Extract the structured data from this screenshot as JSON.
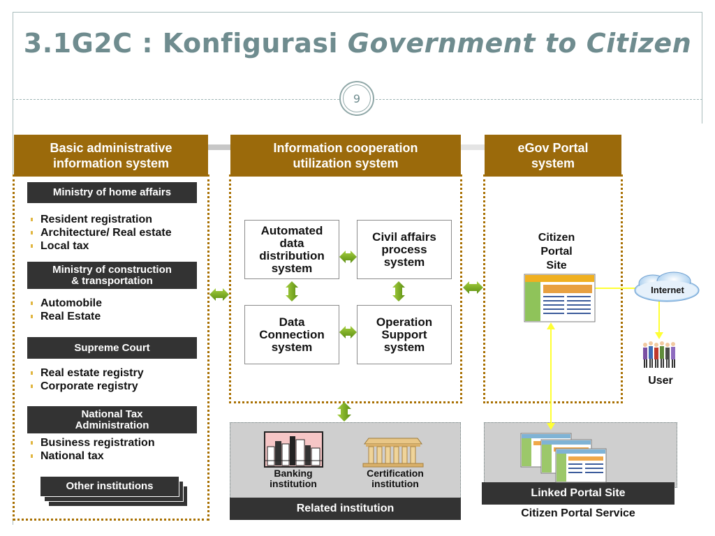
{
  "slide": {
    "title_plain": "3.1G2C : Konfigurasi ",
    "title_italic": "Government to Citizen",
    "page_number": "9"
  },
  "diagram": {
    "basic": {
      "header_line1": "Basic administrative",
      "header_line2": "information system",
      "groups": [
        {
          "label_line1": "Ministry of home affairs",
          "label_line2": "",
          "items": [
            "Resident registration",
            "Architecture/ Real estate",
            "Local tax"
          ]
        },
        {
          "label_line1": "Ministry of construction",
          "label_line2": "& transportation",
          "items": [
            "Automobile",
            "Real Estate"
          ]
        },
        {
          "label_line1": "Supreme Court",
          "label_line2": "",
          "items": [
            "Real estate registry",
            "Corporate registry"
          ]
        },
        {
          "label_line1": "National Tax",
          "label_line2": "Administration",
          "items": [
            "Business registration",
            "National tax"
          ]
        }
      ],
      "other_label": "Other institutions"
    },
    "cooperation": {
      "header_line1": "Information cooperation",
      "header_line2": "utilization system",
      "boxes": [
        {
          "line1": "Automated",
          "line2": "data",
          "line3": "distribution",
          "line4": "system"
        },
        {
          "line1": "Civil affairs",
          "line2": "process",
          "line3": "system",
          "line4": ""
        },
        {
          "line1": "Data",
          "line2": "Connection",
          "line3": "system",
          "line4": ""
        },
        {
          "line1": "Operation",
          "line2": "Support",
          "line3": "system",
          "line4": ""
        }
      ]
    },
    "egov": {
      "header_line1": "eGov Portal",
      "header_line2": "system",
      "portal_line1": "Citizen",
      "portal_line2": "Portal",
      "portal_line3": "Site",
      "internet_label": "Internet",
      "user_label": "User"
    },
    "related": {
      "banking_line1": "Banking",
      "banking_line2": "institution",
      "certification_line1": "Certification",
      "certification_line2": "institution",
      "footer": "Related institution"
    },
    "linked": {
      "label": "Linked Portal Site",
      "caption": "Citizen Portal Service"
    },
    "colors": {
      "header": "#9b6a0b",
      "dotted_border": "#a86f00",
      "arrow": "#7cab1e",
      "dark_label": "#333333",
      "connector": "#ffff33",
      "title": "#6f8c8f"
    }
  }
}
